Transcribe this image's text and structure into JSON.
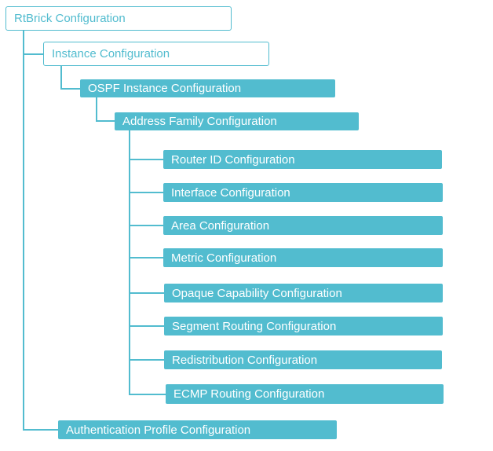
{
  "diagram": {
    "root": "RtBrick Configuration",
    "instance": "Instance Configuration",
    "ospf_instance": "OSPF Instance Configuration",
    "address_family": "Address Family Configuration",
    "af_children": [
      "Router ID Configuration",
      "Interface Configuration",
      "Area Configuration",
      "Metric Configuration",
      "Opaque Capability Configuration",
      "Segment Routing Configuration",
      "Redistribution Configuration",
      "ECMP Routing Configuration"
    ],
    "authentication_profile": "Authentication Profile Configuration"
  },
  "colors": {
    "accent": "#52bccf",
    "filled_text": "#ffffff",
    "background": "#ffffff"
  }
}
